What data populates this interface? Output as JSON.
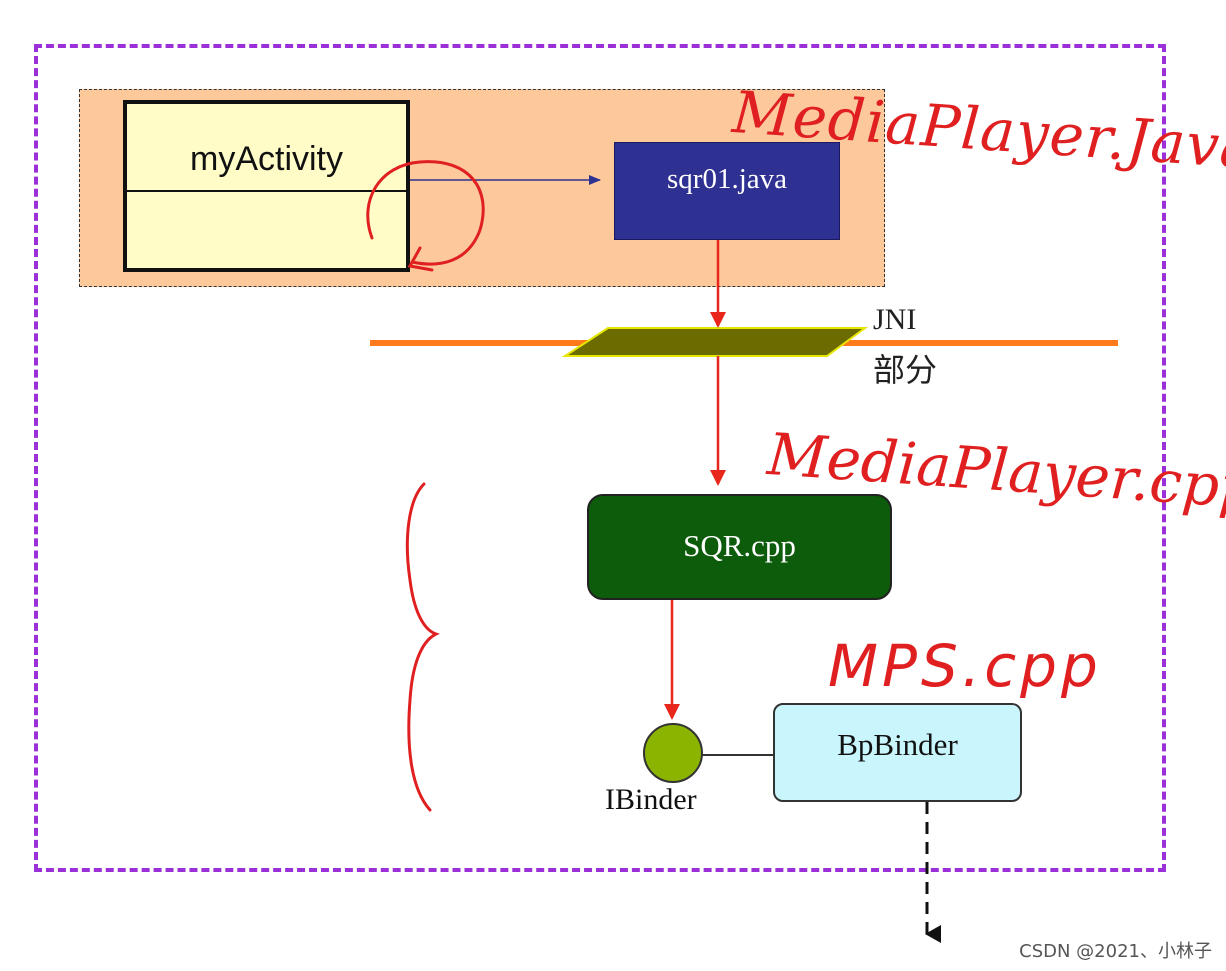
{
  "nodes": {
    "activity": "myActivity",
    "java_class": "sqr01.java",
    "native_cpp": "SQR.cpp",
    "interface": "IBinder",
    "proxy": "BpBinder"
  },
  "jni": {
    "label": "JNI",
    "sublabel": "部分"
  },
  "annotations": {
    "java_file": "MediaPlayer.Java",
    "cpp_file": "MediaPlayer.cpp",
    "service_file": "MPS.cpp"
  },
  "watermark": "CSDN @2021、小林子",
  "colors": {
    "frame": "#9b30d9",
    "app_region": "#fdc99b",
    "java_box": "#2e3192",
    "sqr_box": "#0c5c0c",
    "bp_box": "#c9f6fd",
    "jni_line": "#ff7a1a",
    "jni_bar": "#6b6b00",
    "ibinder_circle": "#8bb400",
    "handwriting": "#e02020"
  },
  "icons": {
    "ibinder": "lollipop-interface-circle"
  }
}
